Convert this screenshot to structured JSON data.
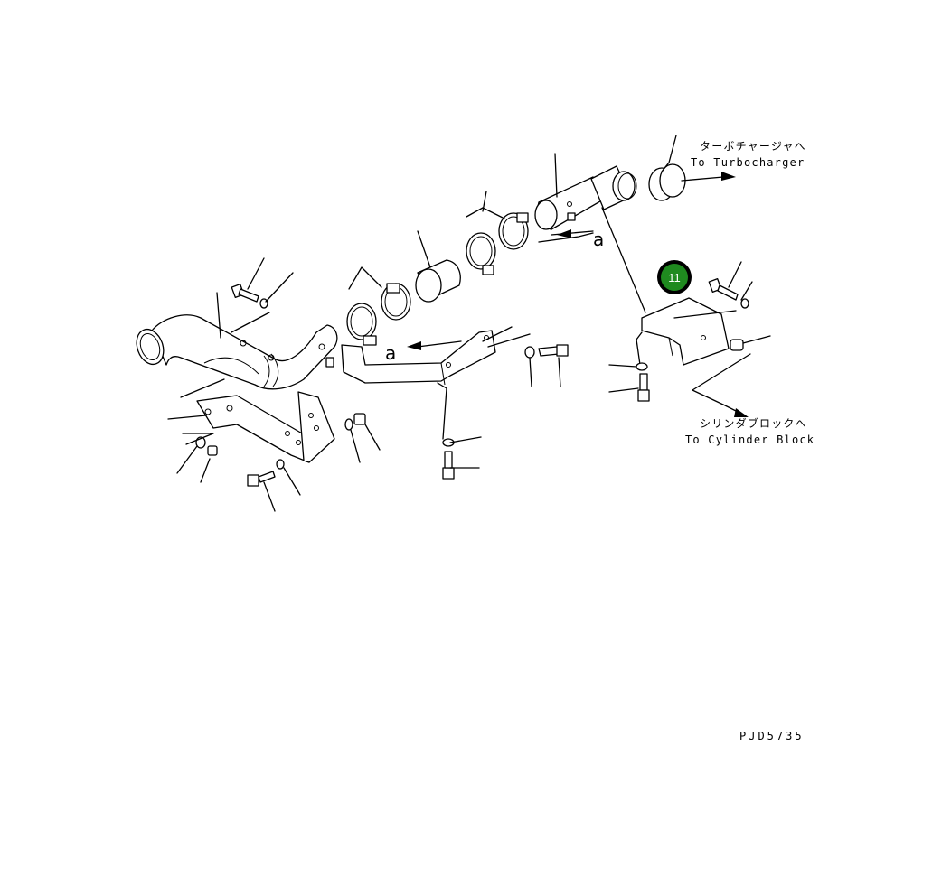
{
  "labels": {
    "turbo_jp": "ターボチャージャへ",
    "turbo_en": "To Turbocharger",
    "cylinder_jp": "シリンダブロックへ",
    "cylinder_en": "To Cylinder Block",
    "arrow_a_upper": "a",
    "arrow_a_lower": "a",
    "drawing_code": "PJD5735"
  },
  "callout": {
    "number": "11",
    "fill_color": "#1f8a1f",
    "ring_color": "#000000"
  }
}
